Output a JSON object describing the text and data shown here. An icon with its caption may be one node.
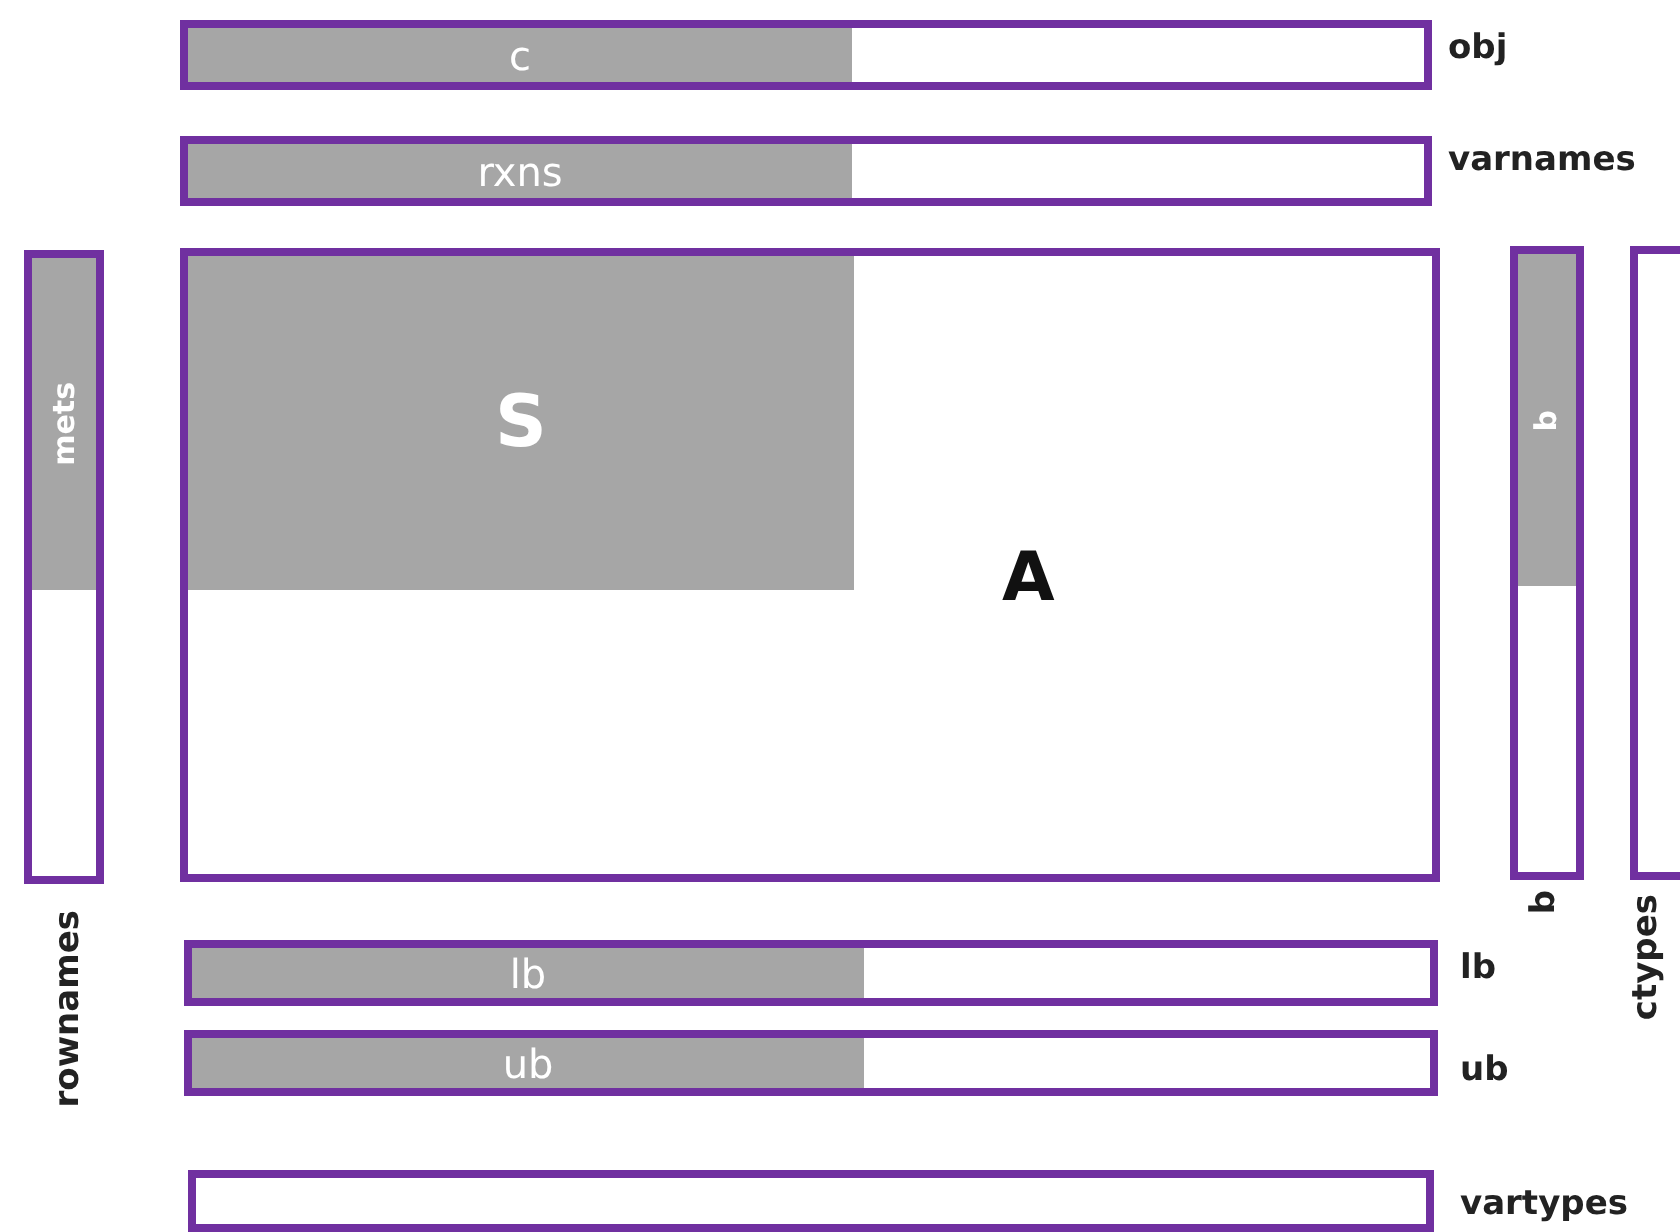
{
  "diagram": {
    "nodes": [
      {
        "text": [],
        "shape": "bar",
        "beside": [
          "obj"
        ]
      },
      {
        "text": [
          "c"
        ],
        "in": 0
      },
      {
        "text": [],
        "shape": "bar",
        "beside": [
          "varnames"
        ]
      },
      {
        "text": [
          "rxns"
        ],
        "in": 2
      },
      {
        "text": [],
        "shape": "bar",
        "beside": [
          "rownames"
        ]
      },
      {
        "text": [
          "mets"
        ],
        "in": 4
      },
      {
        "text": [
          "A"
        ]
      },
      {
        "text": [
          "S"
        ],
        "in": 6
      },
      {
        "text": [],
        "shape": "bar",
        "beside": [
          "b"
        ]
      },
      {
        "text": [
          "b"
        ],
        "in": 8
      },
      {
        "text": [],
        "shape": "bar",
        "beside": [
          "ctypes"
        ]
      },
      {
        "text": [],
        "shape": "bar",
        "beside": [
          "lb"
        ]
      },
      {
        "text": [
          "lb"
        ],
        "in": 11
      },
      {
        "text": [],
        "shape": "bar",
        "beside": [
          "ub"
        ]
      },
      {
        "text": [
          "ub"
        ],
        "in": 13
      },
      {
        "text": [],
        "shape": "bar",
        "beside": [
          "vartypes"
        ]
      }
    ],
    "edges": []
  }
}
